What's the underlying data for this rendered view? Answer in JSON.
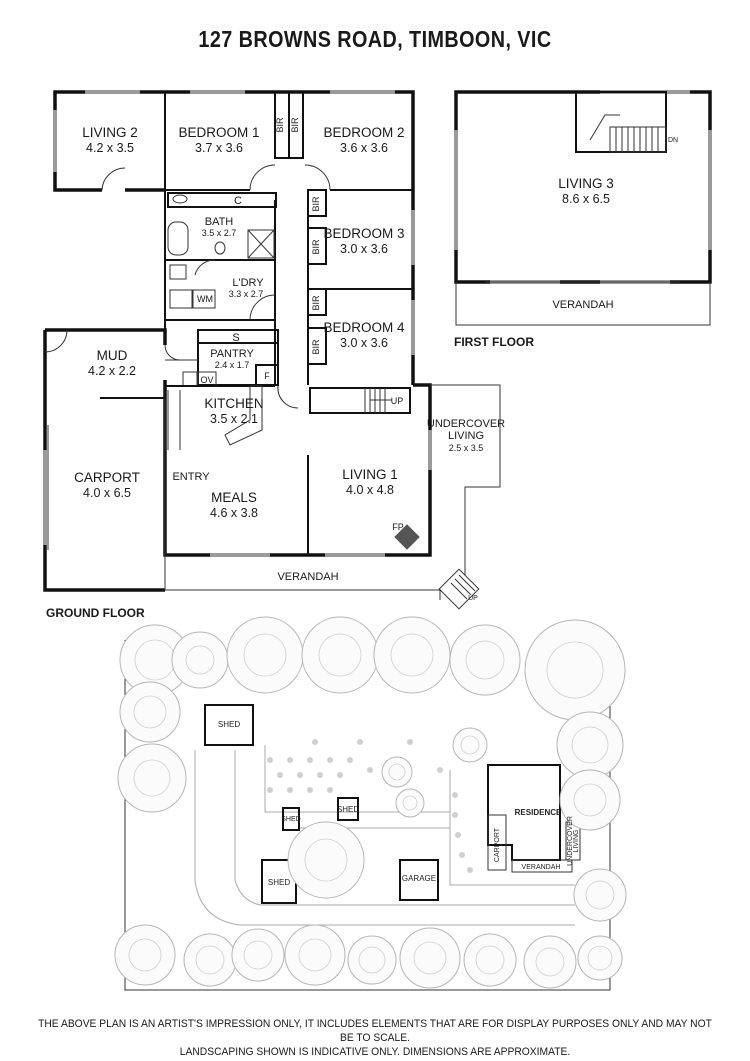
{
  "title": "127 BROWNS ROAD, TIMBOON, VIC",
  "levels": {
    "ground": "GROUND FLOOR",
    "first": "FIRST FLOOR"
  },
  "rooms": {
    "living2": {
      "name": "LIVING 2",
      "dims": "4.2 x 3.5"
    },
    "bedroom1": {
      "name": "BEDROOM 1",
      "dims": "3.7 x 3.6"
    },
    "bedroom2": {
      "name": "BEDROOM 2",
      "dims": "3.6 x 3.6"
    },
    "bedroom3": {
      "name": "BEDROOM 3",
      "dims": "3.0 x 3.6"
    },
    "bedroom4": {
      "name": "BEDROOM 4",
      "dims": "3.0 x 3.6"
    },
    "bath": {
      "name": "BATH",
      "dims": "3.5 x 2.7"
    },
    "laundry": {
      "name": "L'DRY",
      "dims": "3.3 x 2.7"
    },
    "pantry": {
      "name": "PANTRY",
      "dims": "2.4 x 1.7"
    },
    "kitchen": {
      "name": "KITCHEN",
      "dims": "3.5 x 2.1"
    },
    "mud": {
      "name": "MUD",
      "dims": "4.2 x 2.2"
    },
    "carport": {
      "name": "CARPORT",
      "dims": "4.0 x 6.5"
    },
    "meals": {
      "name": "MEALS",
      "dims": "4.6 x 3.8"
    },
    "living1": {
      "name": "LIVING 1",
      "dims": "4.0 x 4.8"
    },
    "undercover": {
      "name1": "UNDERCOVER",
      "name2": "LIVING",
      "dims": "2.5 x 3.5"
    },
    "living3": {
      "name": "LIVING 3",
      "dims": "8.6 x 6.5"
    }
  },
  "labels": {
    "bir": "BIR",
    "c": "C",
    "s": "S",
    "f": "F",
    "wm": "WM",
    "ov": "OV",
    "fp": "FP",
    "up": "UP",
    "dn": "DN",
    "entry": "ENTRY",
    "verandah": "VERANDAH"
  },
  "site": {
    "shed": "SHED",
    "garage": "GARAGE",
    "residence": "RESIDENCE",
    "carport": "CARPORT",
    "verandah": "VERANDAH",
    "undercover": "UNDERCOVER",
    "living": "LIVING"
  },
  "disclaimer": {
    "line1": "THE ABOVE PLAN IS AN ARTIST'S IMPRESSION ONLY, IT INCLUDES ELEMENTS THAT ARE FOR DISPLAY PURPOSES ONLY AND MAY NOT BE TO SCALE.",
    "line2": "LANDSCAPING SHOWN IS INDICATIVE ONLY. DIMENSIONS ARE APPROXIMATE."
  }
}
